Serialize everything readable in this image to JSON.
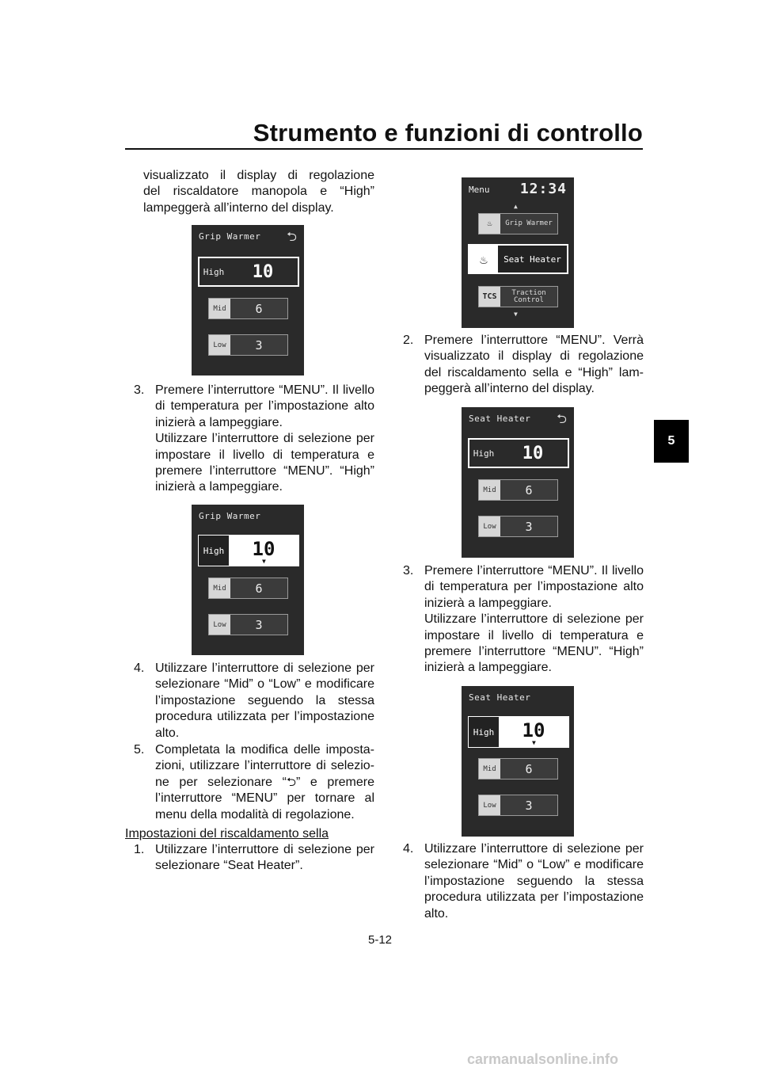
{
  "header": {
    "title": "Strumento e funzioni di controllo",
    "chapter_tab": "5"
  },
  "left": {
    "intro_lines": [
      "visualizzato il display di regolazione",
      "del riscaldatore manopola e “High”",
      "lampeggerà all’interno del display."
    ],
    "step3": {
      "num": "3.",
      "lines": [
        "Premere l’interruttore “MENU”. Il livello",
        "di temperatura per l’impostazione alto",
        "inizierà a lampeggiare.",
        "Utilizzare l’interruttore di selezione per",
        "impostare il livello di temperatura e",
        "premere l’interruttore “MENU”. “High”",
        "inizierà a lampeggiare."
      ]
    },
    "step4": {
      "num": "4.",
      "lines": [
        "Utilizzare l’interruttore di selezione per",
        "selezionare “Mid” o “Low” e modificare",
        "l’impostazione seguendo la stessa",
        "procedura utilizzata per l’impostazione",
        "alto."
      ]
    },
    "step5": {
      "num": "5.",
      "line1": "Completata la modifica delle imposta-",
      "line2": "zioni, utilizzare l’interruttore di selezio-",
      "line3_a": "ne per selezionare “",
      "line3_b": "” e premere",
      "line4": "l’interruttore “MENU” per tornare al",
      "line5": "menu della modalità di regolazione."
    },
    "section_heading": "Impostazioni del riscaldamento sella",
    "step1": {
      "num": "1.",
      "lines": [
        "Utilizzare l’interruttore di selezione per",
        "selezionare “Seat Heater”."
      ]
    }
  },
  "right": {
    "step2": {
      "num": "2.",
      "lines": [
        "Premere l’interruttore “MENU”. Verrà",
        "visualizzato il display di regolazione",
        "del riscaldamento sella e “High” lam-",
        "peggerà all’interno del display."
      ]
    },
    "step3": {
      "num": "3.",
      "lines": [
        "Premere l’interruttore “MENU”. Il livello",
        "di temperatura per l’impostazione alto",
        "inizierà a lampeggiare.",
        "Utilizzare l’interruttore di selezione per",
        "impostare il livello di temperatura e",
        "premere l’interruttore “MENU”. “High”",
        "inizierà a lampeggiare."
      ]
    },
    "step4": {
      "num": "4.",
      "lines": [
        "Utilizzare l’interruttore di selezione per",
        "selezionare “Mid” o “Low” e modificare",
        "l’impostazione seguendo la stessa",
        "procedura utilizzata per l’impostazione",
        "alto."
      ]
    }
  },
  "screens": {
    "grip": {
      "title": "Grip Warmer"
    },
    "seat": {
      "title": "Seat Heater"
    },
    "levels": {
      "high_label": "High",
      "high_value": "10",
      "mid_label": "Mid",
      "mid_value": "6",
      "low_label": "Low",
      "low_value": "3"
    },
    "menu": {
      "title": "Menu",
      "clock": "12:34",
      "item_grip": "Grip Warmer",
      "item_seat": "Seat Heater",
      "item_tcs_icon": "TCS",
      "item_tcs_line1": "Traction",
      "item_tcs_line2": "Control"
    },
    "icons": [
      "return-icon",
      "up-arrow-icon",
      "down-arrow-icon",
      "grip-warmer-icon",
      "seat-heater-icon",
      "tcs-icon",
      "caret-down-icon"
    ]
  },
  "footer": {
    "page_number": "5-12",
    "watermark": "carmanualsonline.info"
  }
}
